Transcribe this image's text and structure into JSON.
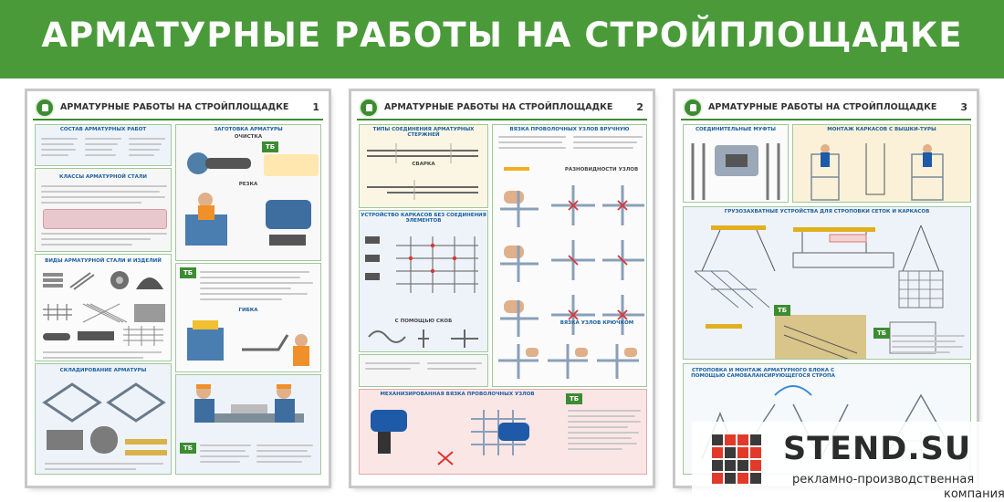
{
  "banner": {
    "title": "АРМАТУРНЫЕ РАБОТЫ НА СТРОЙПЛОЩАДКЕ"
  },
  "posters": [
    {
      "title": "АРМАТУРНЫЕ РАБОТЫ НА СТРОЙПЛОЩАДКЕ",
      "number": "1"
    },
    {
      "title": "АРМАТУРНЫЕ РАБОТЫ НА СТРОЙПЛОЩАДКЕ",
      "number": "2"
    },
    {
      "title": "АРМАТУРНЫЕ РАБОТЫ НА СТРОЙПЛОЩАДКЕ",
      "number": "3"
    }
  ],
  "poster1": {
    "sec_composition": "СОСТАВ АРМАТУРНЫХ РАБОТ",
    "sec_prep": "ЗАГОТОВКА АРМАТУРЫ",
    "sub_cleaning": "ОЧИСТКА",
    "sec_classes": "КЛАССЫ АРМАТУРНОЙ СТАЛИ",
    "sub_cutting": "РЕЗКА",
    "sec_types": "ВИДЫ АРМАТУРНОЙ СТАЛИ И ИЗДЕЛИЙ",
    "sub_bending": "ГИБКА",
    "sec_storage": "СКЛАДИРОВАНИЕ АРМАТУРЫ",
    "tb": "ТБ"
  },
  "poster2": {
    "sec_joints": "ТИПЫ СОЕДИНЕНИЯ АРМАТУРНЫХ СТЕРЖНЕЙ",
    "sub_welding": "СВАРКА",
    "sec_manual": "ВЯЗКА ПРОВОЛОЧНЫХ УЗЛОВ ВРУЧНУЮ",
    "sec_frames": "УСТРОЙСТВО КАРКАСОВ БЕЗ СОЕДИНЕНИЯ ЭЛЕМЕНТОВ",
    "sub_knot_types": "РАЗНОВИДНОСТИ УЗЛОВ",
    "sub_clips": "С ПОМОЩЬЮ СКОБ",
    "sub_hook": "ВЯЗКА УЗЛОВ КРЮЧКОМ",
    "sec_mech": "МЕХАНИЗИРОВАННАЯ ВЯЗКА ПРОВОЛОЧНЫХ УЗЛОВ",
    "tb": "ТБ"
  },
  "poster3": {
    "sec_couplings": "СОЕДИНИТЕЛЬНЫЕ МУФТЫ",
    "sec_mount": "МОНТАЖ КАРКАСОВ С ВЫШКИ-ТУРЫ",
    "sec_lifting": "ГРУЗОЗАХВАТНЫЕ УСТРОЙСТВА ДЛЯ СТРОПОВКИ СЕТОК И КАРКАСОВ",
    "sec_slinging": "СТРОПОВКА И МОНТАЖ АРМАТУРНОГО БЛОКА С ПОМОЩЬЮ САМОБАЛАНСИРУЮЩЕГОСЯ СТРОПА",
    "tb": "ТБ"
  },
  "logo": {
    "name": "STEND.SU",
    "tagline_1": "рекламно-производственная",
    "tagline_2": "компания",
    "colors": {
      "red": "#e23a2a",
      "dark": "#3a3a3a"
    }
  },
  "colors": {
    "banner": "#4a9a3a",
    "accent_green": "#3d8c32",
    "title_blue": "#1b5fa0"
  }
}
